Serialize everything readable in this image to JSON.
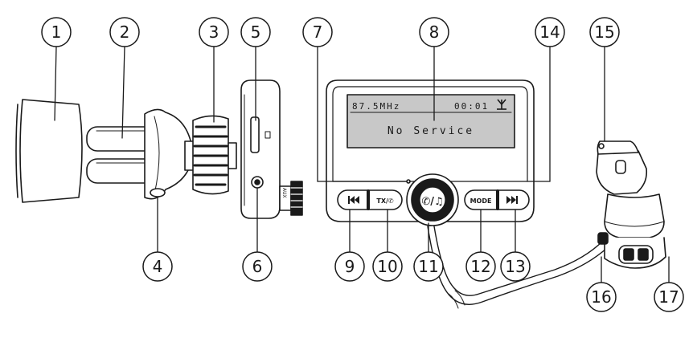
{
  "callouts": [
    "1",
    "2",
    "3",
    "4",
    "5",
    "6",
    "7",
    "8",
    "9",
    "10",
    "11",
    "12",
    "13",
    "14",
    "15",
    "16",
    "17"
  ],
  "screen": {
    "frequency": "87.5MHz",
    "time": "00:01",
    "status": "No Service"
  },
  "buttons": {
    "prev_symbol": "⏮",
    "tx_label": "TX/✆",
    "call_music_symbol": "✆/♫",
    "mode_label": "MODE",
    "next_symbol": "⏭"
  },
  "port_labels": {
    "aux": "AUX"
  },
  "colors": {
    "line": "#1a1a1a",
    "screen_bg": "#c8c8c8",
    "body_fill": "#ffffff",
    "shade": "#d9d9d9"
  }
}
